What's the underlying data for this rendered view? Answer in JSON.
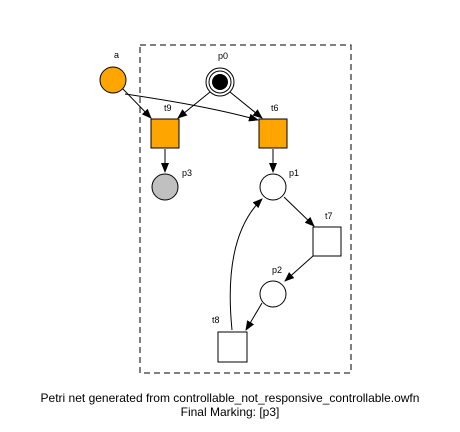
{
  "nodes": {
    "a": {
      "label": "a",
      "kind": "place",
      "tokens": 0,
      "fill": "#ffa500"
    },
    "p0": {
      "label": "p0",
      "kind": "place",
      "tokens": 1,
      "fill": "#ffffff"
    },
    "p1": {
      "label": "p1",
      "kind": "place",
      "tokens": 0,
      "fill": "#ffffff"
    },
    "p2": {
      "label": "p2",
      "kind": "place",
      "tokens": 0,
      "fill": "#ffffff"
    },
    "p3": {
      "label": "p3",
      "kind": "place",
      "tokens": 0,
      "fill": "#c0c0c0"
    },
    "t9": {
      "label": "t9",
      "kind": "transition",
      "fill": "#ffa500"
    },
    "t6": {
      "label": "t6",
      "kind": "transition",
      "fill": "#ffa500"
    },
    "t7": {
      "label": "t7",
      "kind": "transition",
      "fill": "#ffffff"
    },
    "t8": {
      "label": "t8",
      "kind": "transition",
      "fill": "#ffffff"
    }
  },
  "arcs": [
    {
      "from": "a",
      "to": "t9"
    },
    {
      "from": "a",
      "to": "t6"
    },
    {
      "from": "p0",
      "to": "t9"
    },
    {
      "from": "p0",
      "to": "t6"
    },
    {
      "from": "t9",
      "to": "p3"
    },
    {
      "from": "t6",
      "to": "p1"
    },
    {
      "from": "p1",
      "to": "t7"
    },
    {
      "from": "t7",
      "to": "p2"
    },
    {
      "from": "p2",
      "to": "t8"
    },
    {
      "from": "t8",
      "to": "p1"
    }
  ],
  "caption": {
    "line1": "Petri net generated from controllable_not_responsive_controllable.owfn",
    "line2": "Final Marking: [p3]"
  }
}
